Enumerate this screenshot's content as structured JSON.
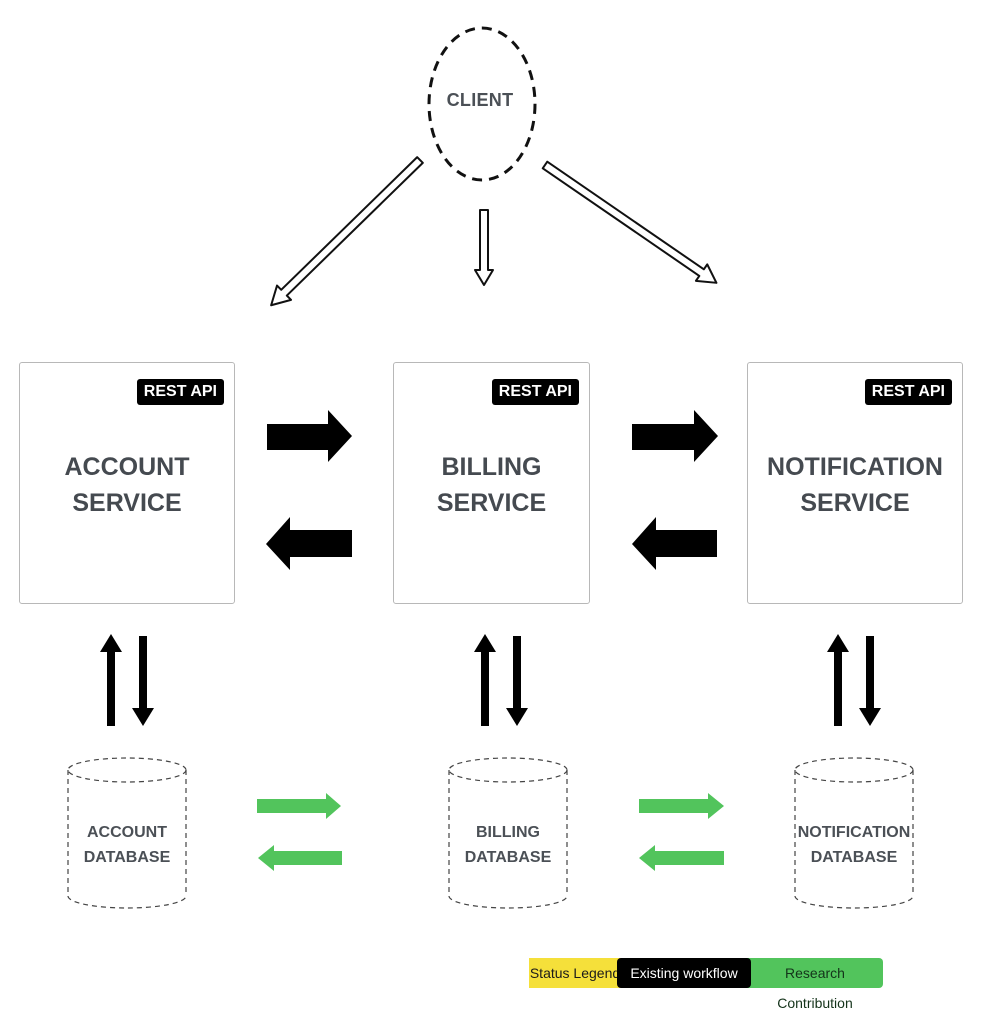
{
  "client": {
    "label": "CLIENT"
  },
  "services": [
    {
      "badge": "REST API",
      "title_line1": "ACCOUNT",
      "title_line2": "SERVICE"
    },
    {
      "badge": "REST API",
      "title_line1": "BILLING",
      "title_line2": "SERVICE"
    },
    {
      "badge": "REST API",
      "title_line1": "NOTIFICATION",
      "title_line2": "SERVICE"
    }
  ],
  "databases": [
    {
      "line1": "ACCOUNT",
      "line2": "DATABASE"
    },
    {
      "line1": "BILLING",
      "line2": "DATABASE"
    },
    {
      "line1": "NOTIFICATION",
      "line2": "DATABASE"
    }
  ],
  "legend": {
    "status": "Status Legend",
    "existing": "Existing workflow",
    "research": "Research Contribution"
  },
  "colors": {
    "existing_workflow": "#000000",
    "research_contribution": "#52c45c",
    "status_legend": "#f5e03a",
    "text": "#454a50"
  }
}
